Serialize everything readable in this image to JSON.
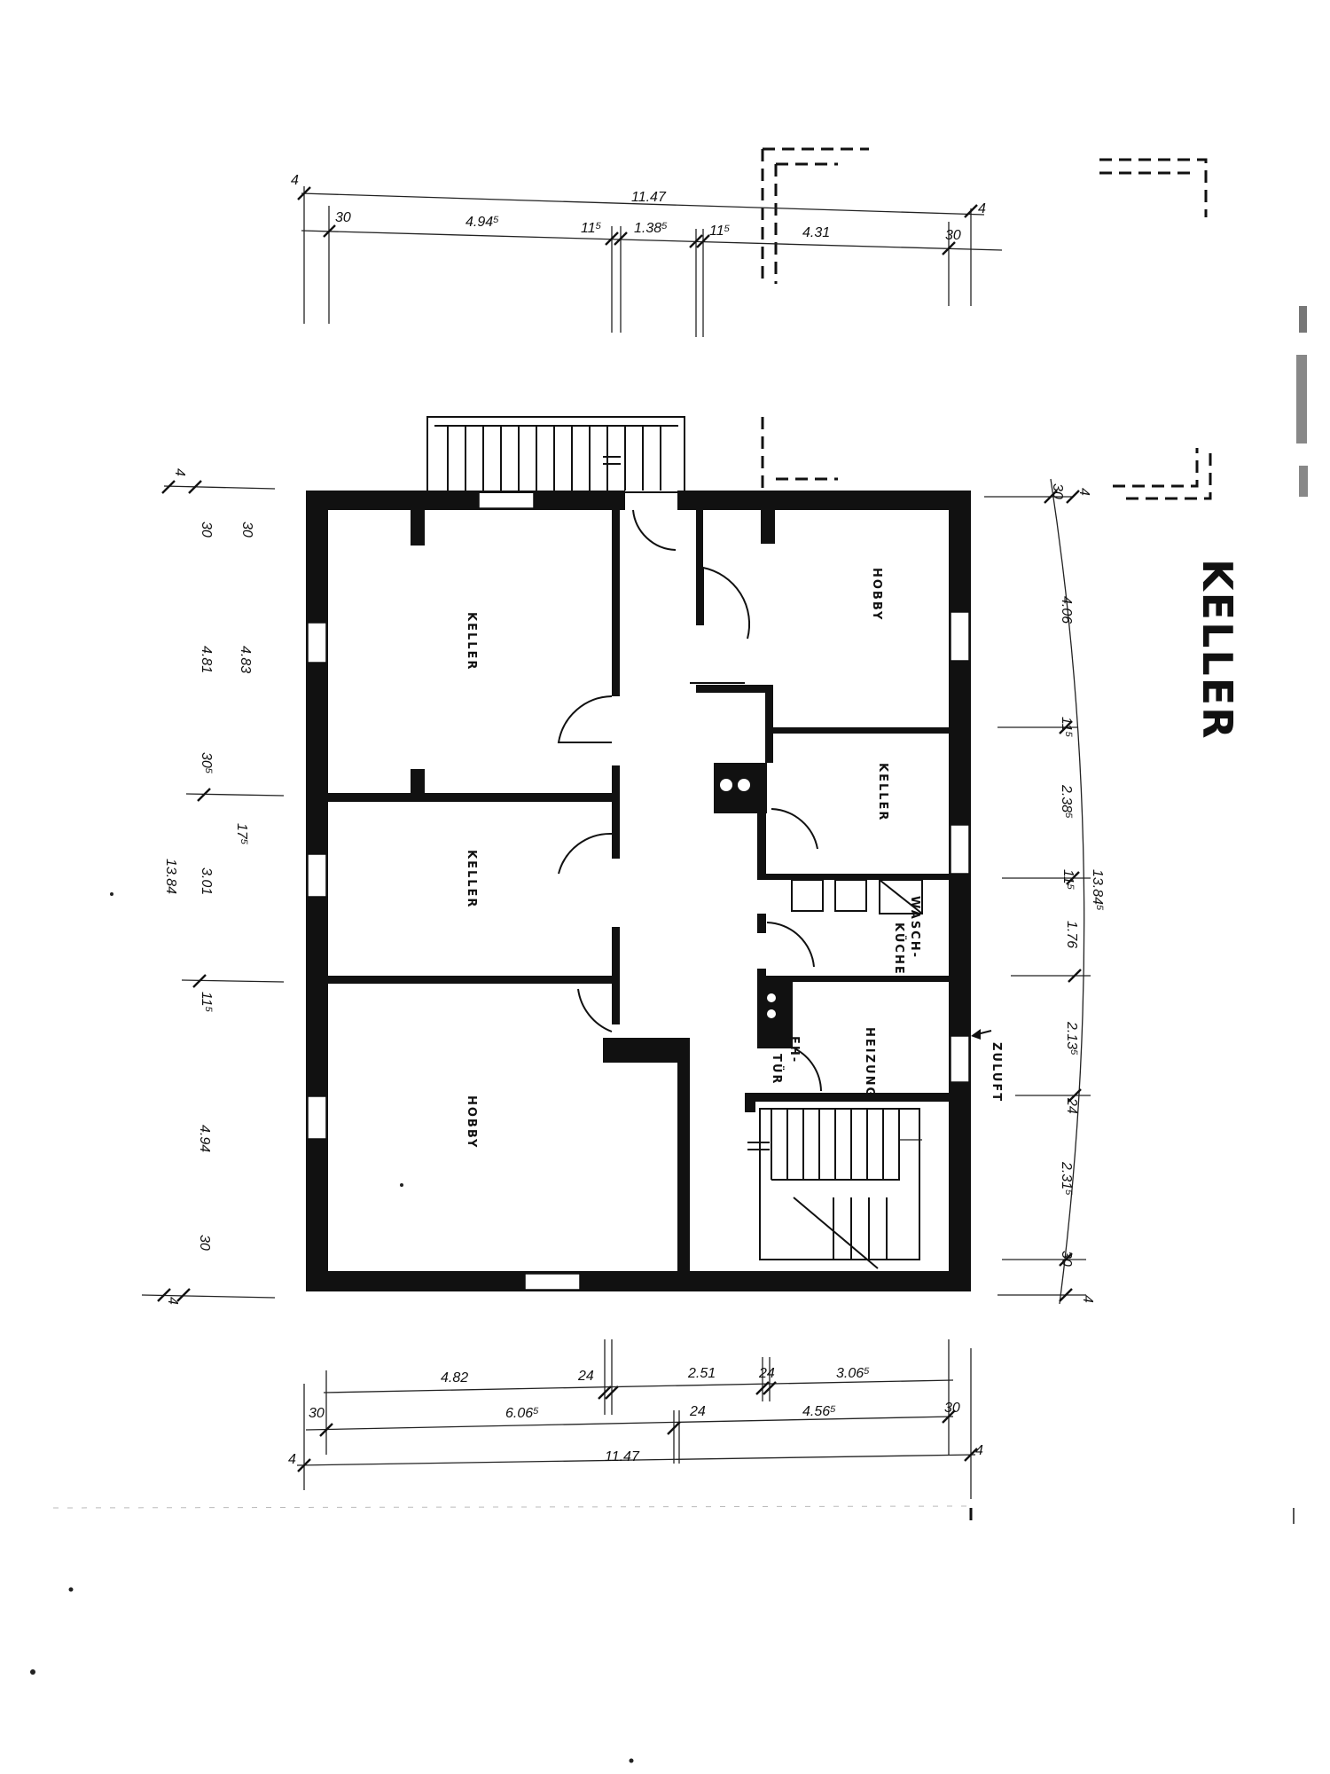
{
  "title": "KELLER",
  "rooms": {
    "keller_1": "KELLER",
    "keller_2": "KELLER",
    "hobby_1": "HOBBY",
    "hobby_2": "HOBBY",
    "keller_3": "KELLER",
    "wasch_a": "WASCH-",
    "wasch_b": "KÜCHE",
    "heizung": "HEIZUNG",
    "fh_a": "FH-",
    "fh_b": "TÜR",
    "zuluft": "ZULUFT"
  },
  "dim_top": {
    "total": "11.47",
    "d4a": "4",
    "d30a": "30",
    "d494": "4.94⁵",
    "d115a": "11⁵",
    "d138": "1.38⁵",
    "d115b": "11⁵",
    "d431": "4.31",
    "d30b": "30",
    "d4b": "4"
  },
  "dim_bottom": {
    "d482": "4.82",
    "d24a": "24",
    "d251": "2.51",
    "d24b": "24",
    "d3065": "3.06⁵",
    "d30a": "30",
    "d6065": "6.06⁵",
    "d24c": "24",
    "d4565": "4.56⁵",
    "d30b": "30",
    "d4a": "4",
    "total": "11.47",
    "d4b": "4"
  },
  "dim_left": {
    "d4a": "4",
    "d30a": "30",
    "d30b": "30",
    "d483": "4.83",
    "d481": "4.81",
    "d305": "30⁵",
    "d175": "17⁵",
    "d1384": "13.84",
    "d301": "3.01",
    "d115": "11⁵",
    "d494": "4.94",
    "d30c": "30",
    "d4b": "4"
  },
  "dim_right": {
    "d30a": "30",
    "d4a": "4",
    "d406": "4.06",
    "d115a": "11⁵",
    "d2385": "2.38⁵",
    "d115b": "11⁵",
    "d1384": "13.84⁵",
    "d176": "1.76",
    "d2135": "2.13⁵",
    "d24": "24",
    "d2315": "2.31⁵",
    "d30b": "30",
    "d4b": "4"
  }
}
